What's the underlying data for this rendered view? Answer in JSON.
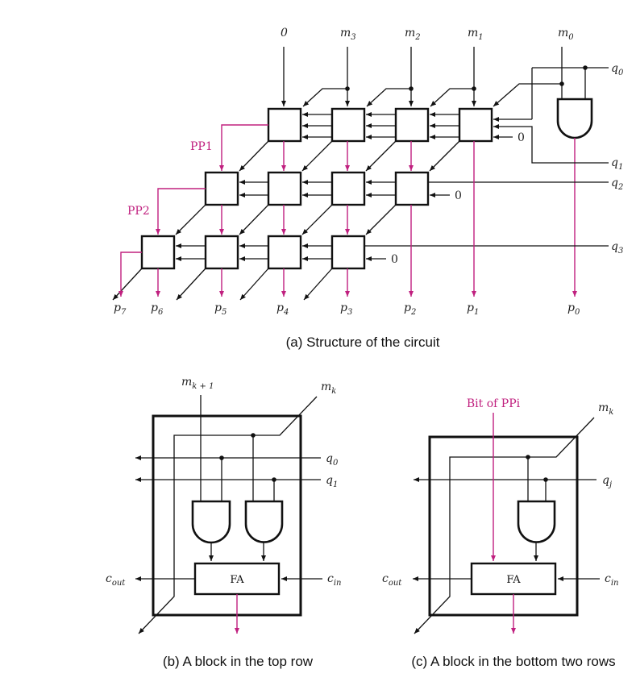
{
  "figure_a": {
    "caption": "(a) Structure of the circuit",
    "top_inputs": [
      {
        "main": "0",
        "sub": ""
      },
      {
        "main": "m",
        "sub": "3"
      },
      {
        "main": "m",
        "sub": "2"
      },
      {
        "main": "m",
        "sub": "1"
      },
      {
        "main": "m",
        "sub": "0"
      }
    ],
    "q_labels": [
      {
        "main": "q",
        "sub": "0"
      },
      {
        "main": "q",
        "sub": "1"
      },
      {
        "main": "q",
        "sub": "2"
      },
      {
        "main": "q",
        "sub": "3"
      }
    ],
    "pp_labels": [
      "PP1",
      "PP2"
    ],
    "zero_inputs": [
      "0",
      "0",
      "0"
    ],
    "outputs": [
      {
        "main": "p",
        "sub": "7"
      },
      {
        "main": "p",
        "sub": "6"
      },
      {
        "main": "p",
        "sub": "5"
      },
      {
        "main": "p",
        "sub": "4"
      },
      {
        "main": "p",
        "sub": "3"
      },
      {
        "main": "p",
        "sub": "2"
      },
      {
        "main": "p",
        "sub": "1"
      },
      {
        "main": "p",
        "sub": "0"
      }
    ]
  },
  "figure_b": {
    "caption": "(b) A block in the top row",
    "m_next": {
      "main": "m",
      "sub": "k + 1"
    },
    "m_k": {
      "main": "m",
      "sub": "k"
    },
    "q0": {
      "main": "q",
      "sub": "0"
    },
    "q1": {
      "main": "q",
      "sub": "1"
    },
    "cout": {
      "main": "c",
      "sub": "out"
    },
    "cin": {
      "main": "c",
      "sub": "in"
    },
    "fa_label": "FA"
  },
  "figure_c": {
    "caption": "(c) A block in the bottom two rows",
    "bit_label": "Bit of PPi",
    "m_k": {
      "main": "m",
      "sub": "k"
    },
    "qj": {
      "main": "q",
      "sub": "j"
    },
    "cout": {
      "main": "c",
      "sub": "out"
    },
    "cin": {
      "main": "c",
      "sub": "in"
    },
    "fa_label": "FA"
  },
  "colors": {
    "wire": "#111111",
    "partial_product": "#c0207f"
  }
}
